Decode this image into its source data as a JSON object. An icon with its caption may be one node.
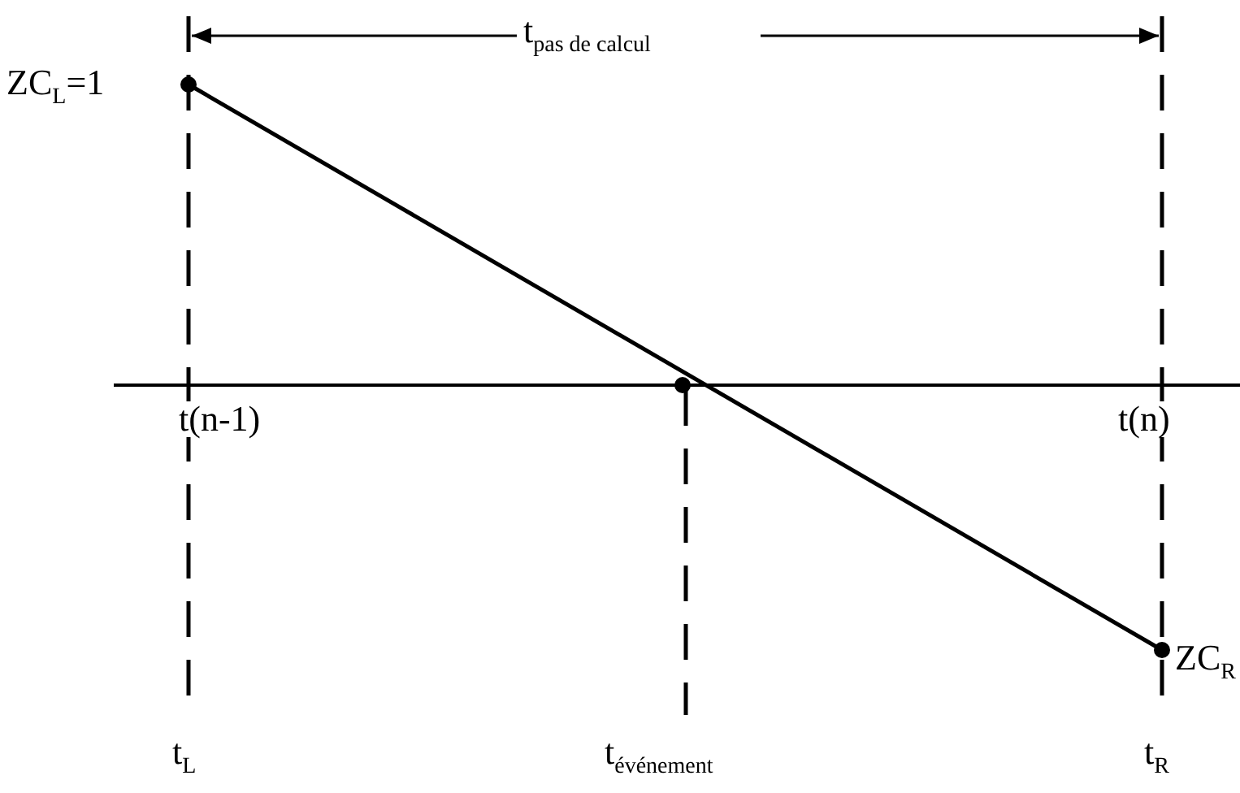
{
  "diagram": {
    "labels": [
      "t$_{pas de calcul}$",
      "ZC$_{L}$=1",
      "t(n-1)",
      "t(n)",
      "ZC$_{R}$",
      "t$_{L}$",
      "t$_{événement}$",
      "t$_{R}$"
    ]
  }
}
